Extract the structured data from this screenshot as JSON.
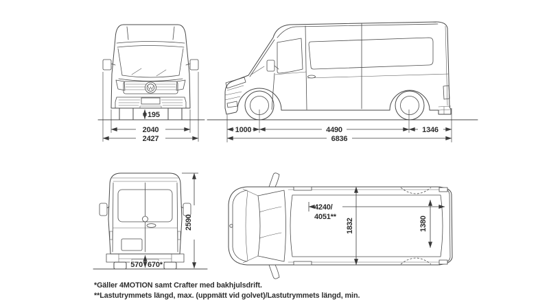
{
  "colors": {
    "background": "#ffffff",
    "drawing_line": "#474747",
    "dimension_line": "#3a3a3a",
    "text": "#2c2c2c"
  },
  "views": {
    "front": {
      "title": "front-view",
      "dims": {
        "ground_clearance": "195",
        "body_width": "2040",
        "width_incl_mirrors": "2427"
      }
    },
    "side": {
      "title": "side-view",
      "dims": {
        "front_overhang": "1000",
        "wheelbase": "4490",
        "rear_overhang": "1346",
        "overall_length": "6836"
      }
    },
    "rear": {
      "title": "rear-view",
      "dims": {
        "overall_height": "2590",
        "load_sill_height": "570",
        "load_sill_height_alt": "670*"
      }
    },
    "top": {
      "title": "top-view",
      "dims": {
        "cargo_length_max": "4240/",
        "cargo_length_min": "4051**",
        "cargo_width": "1832",
        "width_between_wheel_arches": "1380"
      }
    }
  },
  "footnotes": {
    "line1": "*Gäller 4MOTION samt Crafter med bakhjulsdrift.",
    "line2": "**Lastutrymmets längd, max. (uppmätt vid golvet)/Lastutrymmets längd, min."
  }
}
